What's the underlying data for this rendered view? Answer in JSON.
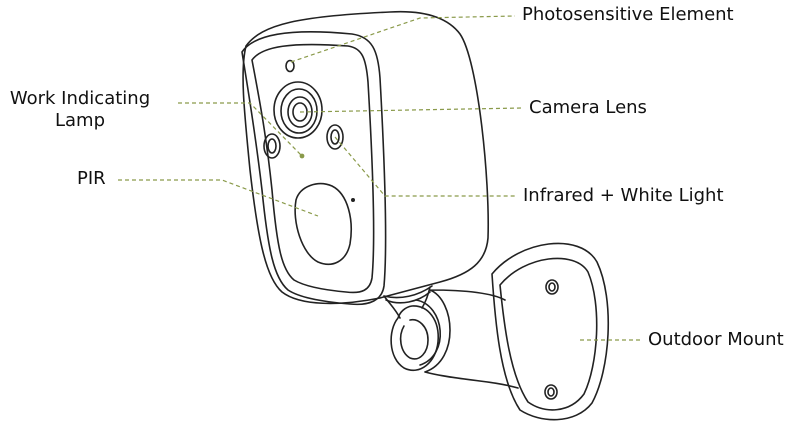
{
  "labels": {
    "photosensitive": "Photosensitive Element",
    "work_line1": "Work Indicating",
    "work_line2": "Lamp",
    "camera_lens": "Camera Lens",
    "pir": "PIR",
    "infrared": "Infrared + White Light",
    "mount": "Outdoor Mount"
  },
  "colors": {
    "line": "#222222",
    "leader": "#8a9a4a",
    "text": "#111111"
  }
}
